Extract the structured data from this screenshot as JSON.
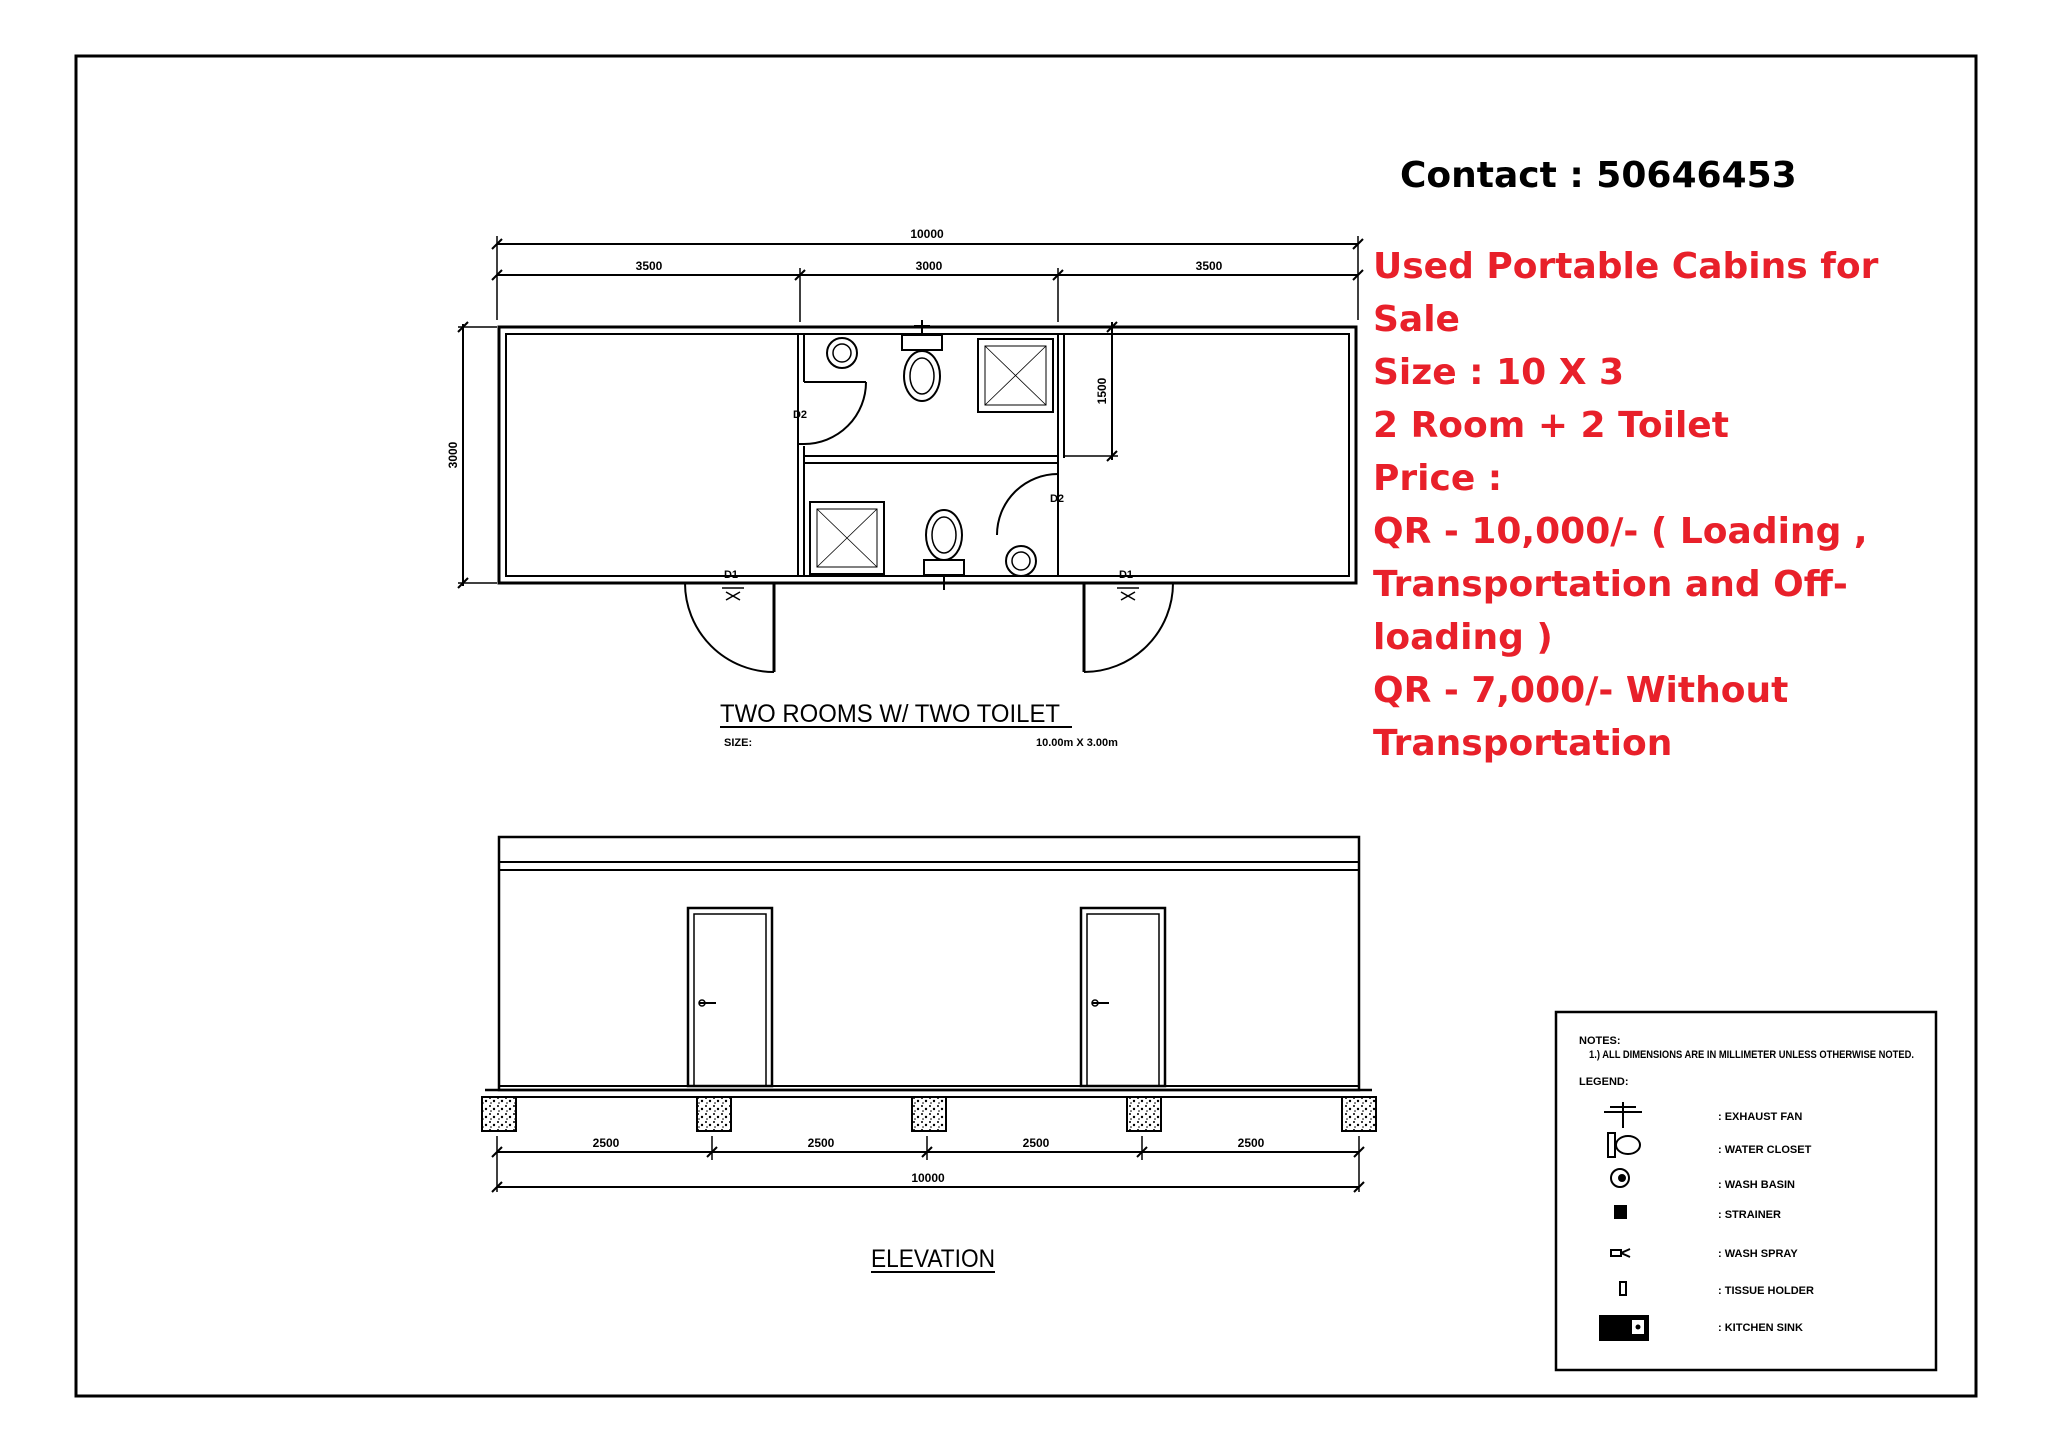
{
  "contact": "Contact : 50646453",
  "ad": {
    "line1": "Used Portable Cabins for",
    "line2": "Sale",
    "line3": "Size : 10 X 3",
    "line4": "2 Room + 2 Toilet",
    "line5": "Price :",
    "line6": "QR - 10,000/- ( Loading ,",
    "line7": "Transportation and Off-",
    "line8": "loading )",
    "line9": "QR - 7,000/- Without",
    "line10": "Transportation",
    "color": "#e8202a"
  },
  "plan": {
    "dim_total": "10000",
    "dim_left": "3500",
    "dim_mid": "3000",
    "dim_right": "3500",
    "dim_height": "3000",
    "dim_toilet": "1500",
    "door_d2": "D2",
    "door_d1": "D1",
    "title": "TWO ROOMS W/ TWO TOILET",
    "size_label": "SIZE:",
    "size_value": "10.00m X 3.00m"
  },
  "elevation": {
    "dim_segment": "2500",
    "dim_total": "10000",
    "title": "ELEVATION"
  },
  "notes": {
    "heading": "NOTES:",
    "note1": "1.) ALL DIMENSIONS ARE IN MILLIMETER UNLESS OTHERWISE NOTED.",
    "legend_heading": "LEGEND:",
    "items": [
      ": EXHAUST FAN",
      ": WATER CLOSET",
      ": WASH BASIN",
      ": STRAINER",
      ": WASH SPRAY",
      ": TISSUE HOLDER",
      ": KITCHEN SINK"
    ]
  }
}
